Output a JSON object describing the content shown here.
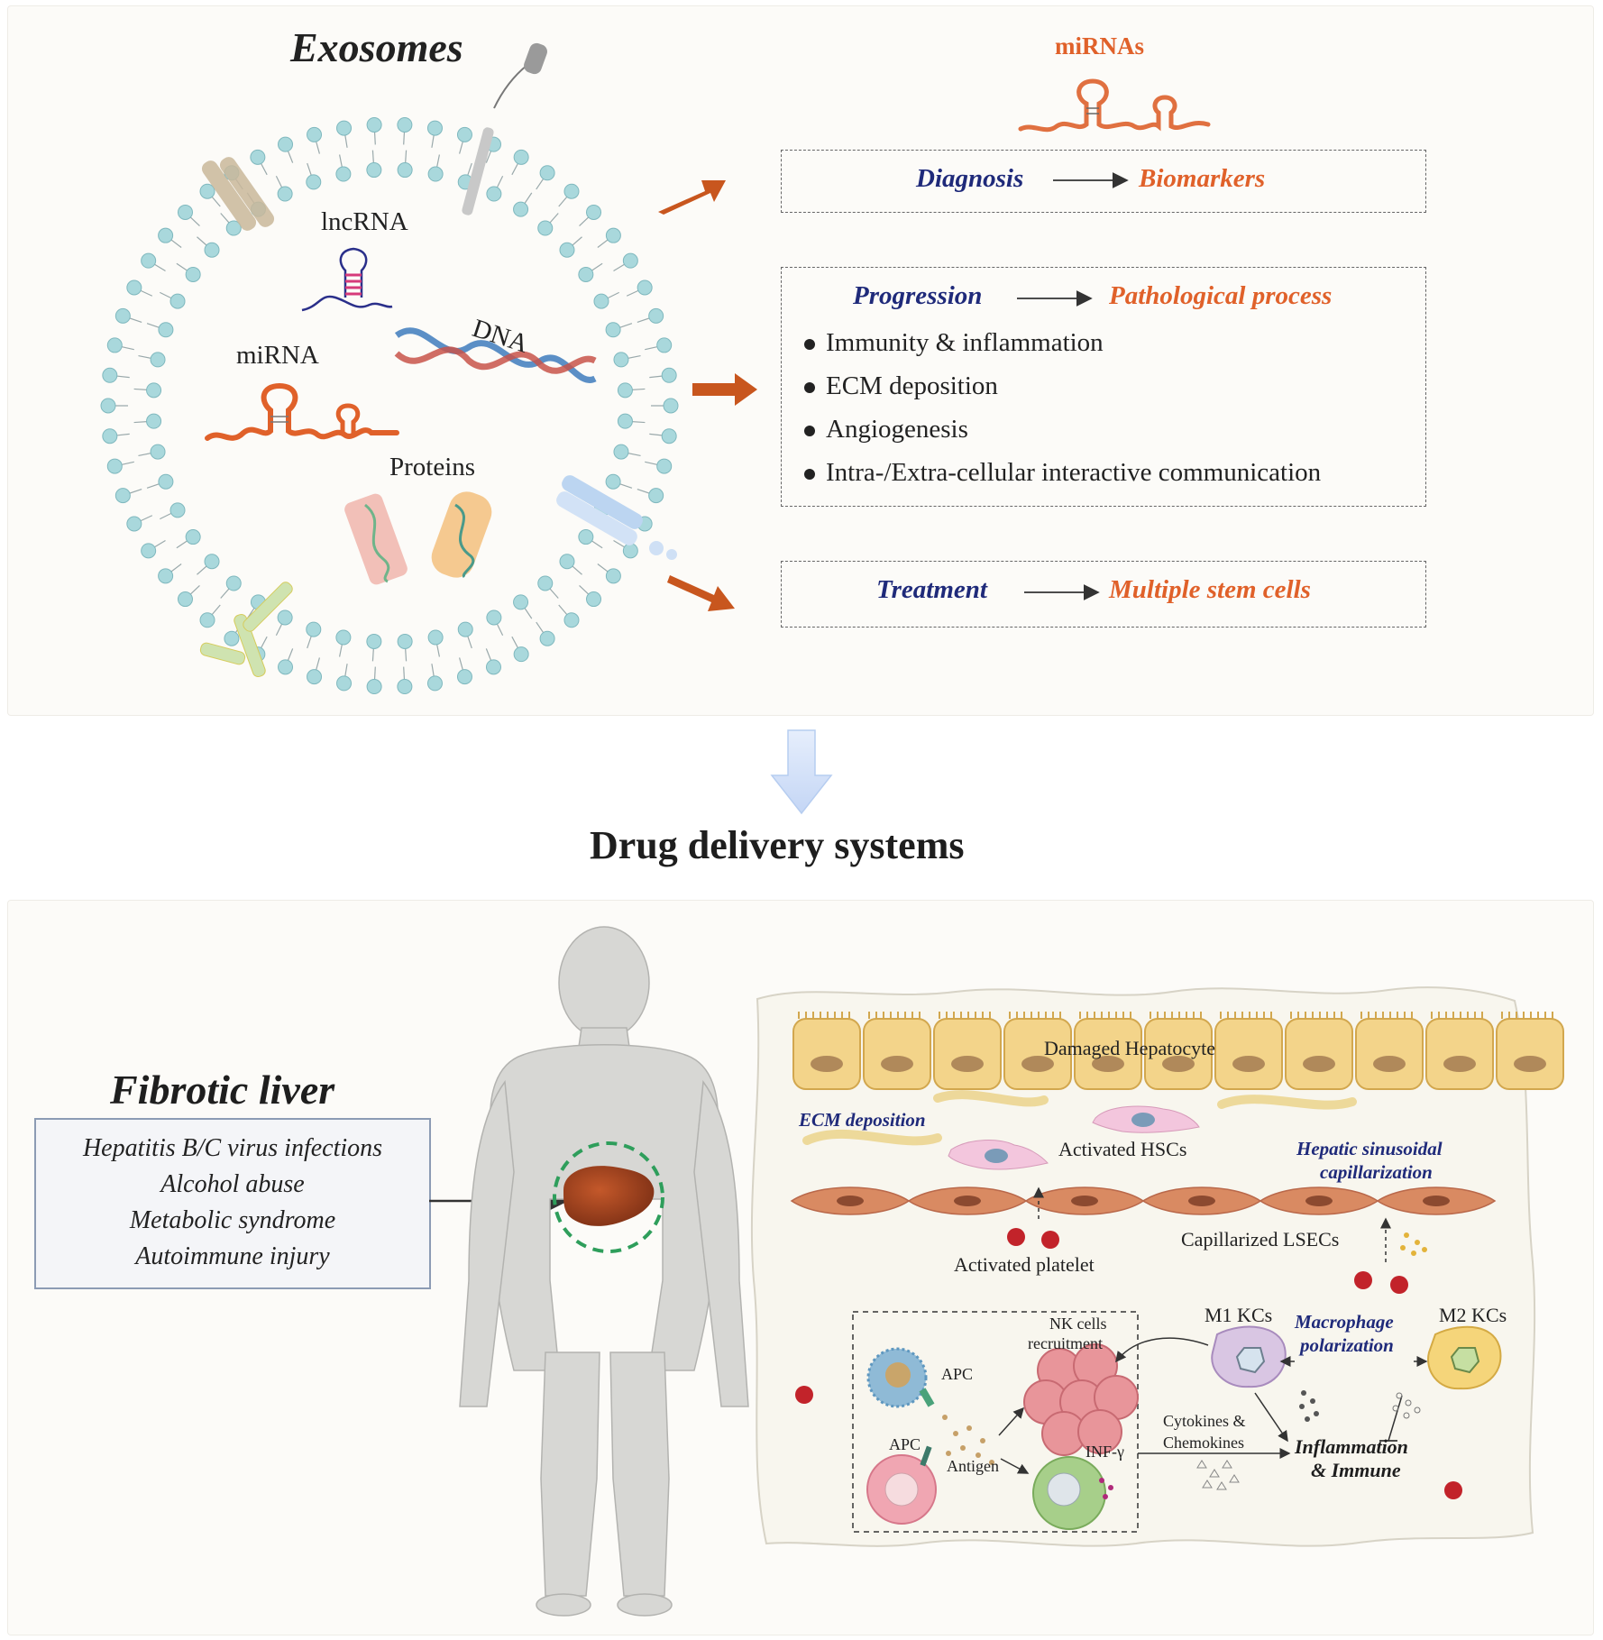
{
  "exosome": {
    "title": "Exosomes",
    "cargo": {
      "lncrna": "lncRNA",
      "dna": "DNA",
      "mirna": "miRNA",
      "proteins": "Proteins"
    }
  },
  "roles": {
    "mirnas_heading": "miRNAs",
    "diagnosis": {
      "left": "Diagnosis",
      "right": "Biomarkers"
    },
    "progression": {
      "left": "Progression",
      "right": "Pathological process",
      "bullets": [
        "Immunity & inflammation",
        "ECM deposition",
        "Angiogenesis",
        "Intra-/Extra-cellular interactive communication"
      ]
    },
    "treatment": {
      "left": "Treatment",
      "right": "Multiple stem cells"
    }
  },
  "transition": {
    "label": "Drug delivery systems"
  },
  "liver": {
    "title": "Fibrotic liver",
    "causes": [
      "Hepatitis B/C virus infections",
      "Alcohol abuse",
      "Metabolic syndrome",
      "Autoimmune injury"
    ]
  },
  "micro": {
    "damaged_hepatocyte": "Damaged Hepatocyte",
    "ecm_deposition": "ECM deposition",
    "activated_hscs": "Activated HSCs",
    "hepatic_sinusoidal_1": "Hepatic sinusoidal",
    "hepatic_sinusoidal_2": "capillarization",
    "activated_platelet": "Activated platelet",
    "capillarized_lsecs": "Capillarized LSECs",
    "m1_kcs": "M1 KCs",
    "m2_kcs": "M2 KCs",
    "macrophage_1": "Macrophage",
    "macrophage_2": "polarization",
    "nk_1": "NK cells",
    "nk_2": "recruitment",
    "apc_top": "APC",
    "apc_bottom": "APC",
    "antigen": "Antigen",
    "inf_gamma": "INF-γ",
    "cytokines_1": "Cytokines &",
    "cytokines_2": "Chemokines",
    "inflammation_1": "Inflammation",
    "inflammation_2": "& Immune"
  },
  "colors": {
    "navy": "#1f2a7a",
    "orange": "#e0612a",
    "arrow_brown": "#c8561e",
    "membrane_head": "#a9d8dc",
    "hepatocyte": "#f3d48a",
    "lsec": "#d98a62",
    "liver_ring": "#2e9e5b"
  }
}
